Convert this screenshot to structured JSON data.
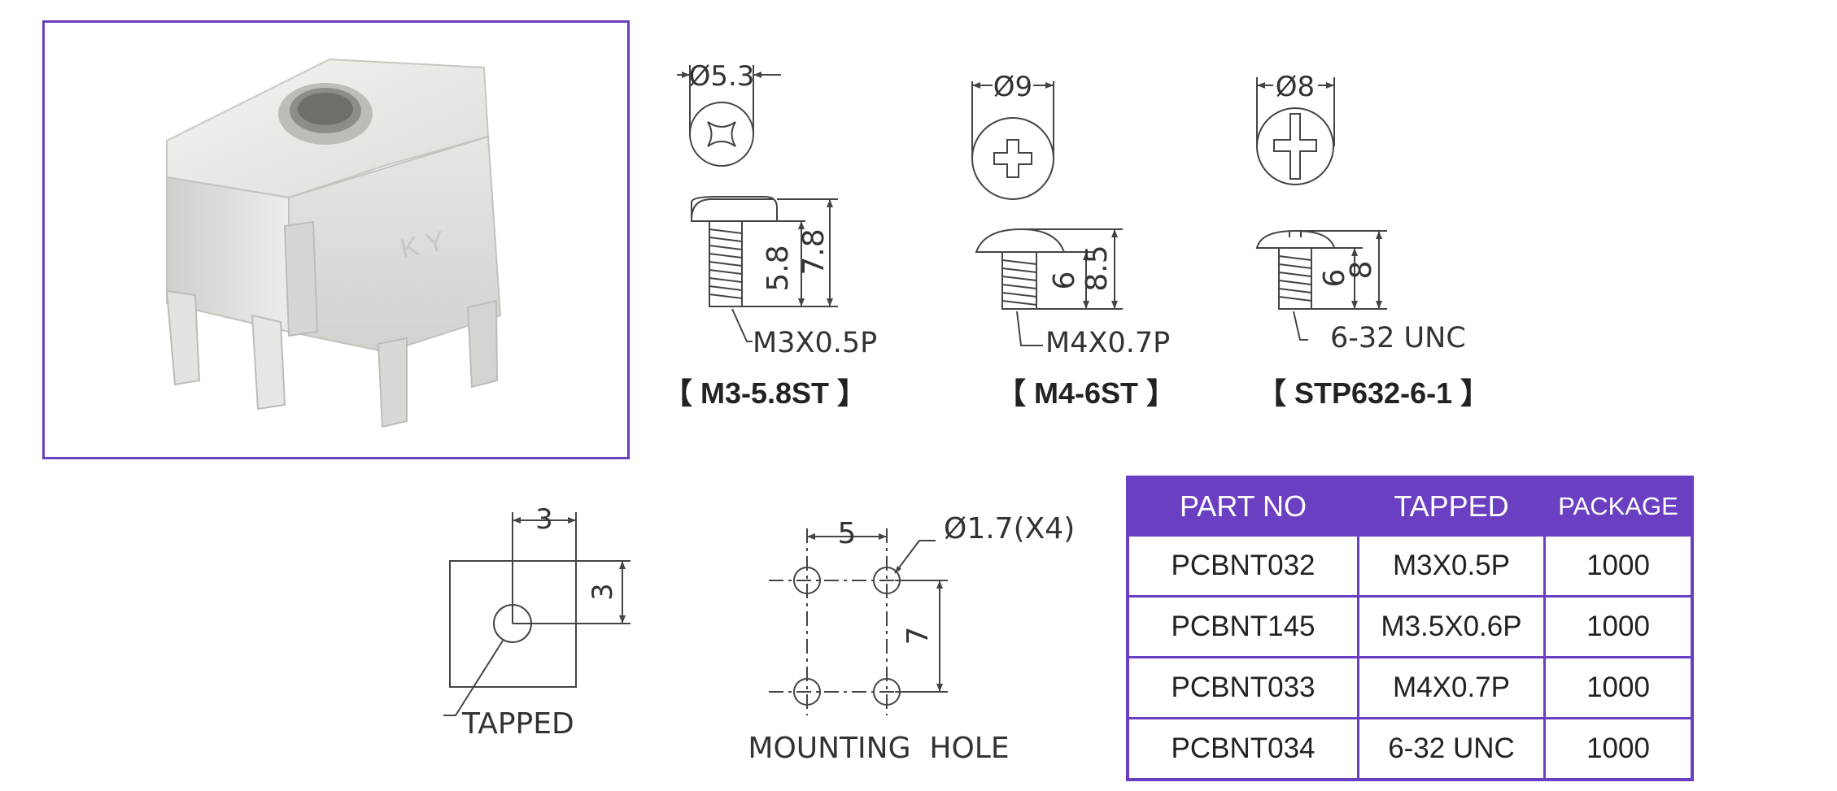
{
  "screws": [
    {
      "diameter": "Ø5.3",
      "height_thread": "5.8",
      "height_total": "7.8",
      "thread": "M3X0.5P",
      "model": "【 M3-5.8ST 】"
    },
    {
      "diameter": "Ø9",
      "height_thread": "6",
      "height_total": "8.5",
      "thread": "M4X0.7P",
      "model": "【 M4-6ST 】"
    },
    {
      "diameter": "Ø8",
      "height_thread": "6",
      "height_total": "8",
      "thread": "6-32 UNC",
      "model": "【 STP632-6-1 】"
    }
  ],
  "tapped_view": {
    "dim_width": "3",
    "dim_height": "3",
    "label": "TAPPED"
  },
  "mounting_view": {
    "dim_spacing": "5",
    "hole_size": "Ø1.7(X4)",
    "dim_vertical": "7",
    "label": "MOUNTING  HOLE"
  },
  "table": {
    "headers": [
      "PART NO",
      "TAPPED",
      "PACKAGE"
    ],
    "rows": [
      [
        "PCBNT032",
        "M3X0.5P",
        "1000"
      ],
      [
        "PCBNT145",
        "M3.5X0.6P",
        "1000"
      ],
      [
        "PCBNT033",
        "M4X0.7P",
        "1000"
      ],
      [
        "PCBNT034",
        "6-32 UNC",
        "1000"
      ]
    ]
  },
  "colors": {
    "accent": "#6a3fc1",
    "header_text": "#ffffff"
  }
}
